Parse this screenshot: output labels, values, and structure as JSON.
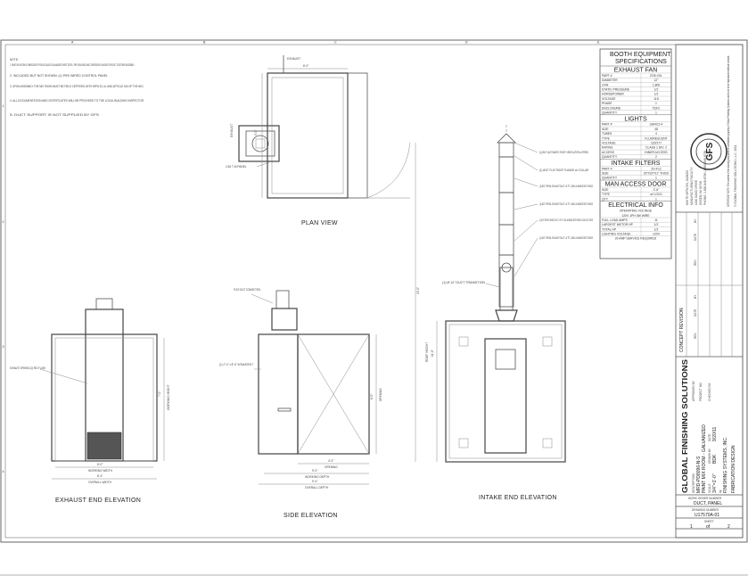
{
  "notes": {
    "heading": "NOTE:",
    "items": [
      "1. PAINT MIX ROOM IS FABRICATED FROM 18 GAUGE GALVANIZED SHEET STEEL, PRE-PUNCHED AND CORROSION FLANGED FOR BOLT TOGETHER ASSEMBLY.",
      "2. INCLUDED BUT NOT SHOWN: (1) PRE-WIRED CONTROL PANEL",
      "3. UPON ASSEMBLY THE MIX ROOM MUST BE FIELD CERTIFIED WITH NFPA 33, UL AND ARTICLE 516 OF THE NEC",
      "4. ALL DOCUMENTATION AND CERTIFICATES WILL BE PROVIDED TO THE LOCAL BUILDING INSPECTOR",
      "5. DUCT SUPPORT IS NOT SUPPLIED BY GFS"
    ]
  },
  "grid_letters": [
    "A",
    "B",
    "C",
    "D",
    "E"
  ],
  "grid_numbers": [
    "1",
    "2",
    "3",
    "4"
  ],
  "views": {
    "plan": "PLAN VIEW",
    "exhaust": "EXHAUST END ELEVATION",
    "side": "SIDE ELEVATION",
    "intake": "INTAKE END ELEVATION"
  },
  "callouts": {
    "exhaust_top": "EXHAUST",
    "exhaust_side": "EXHAUST",
    "intake_filter": "1/16 T-M PANEL",
    "flex_duct": "FLEX DUCT CONNECTION",
    "exhaust_opening": "EXHAUST OPENING (2) REC FLUSH",
    "stop": "(1) 2\"-4\" x 8\"-6\" INTAKE/EXIT",
    "transition": "(1) Ø 12\" DUCT TRANSITION",
    "d1": "(1) Ø12\" AUTOMATIC ROOF VENTILATOR w/ FIRED",
    "d2": "(1) Ø12\" FLAT ROOF FLANGE w/ COLLAR",
    "d3": "(1) Ø12\" SPIRAL EXHAUST DUCT x 8' FT. LONG w/ BANDS BOTH ENDS",
    "d4": "(1) Ø12\" SPIRAL EXHAUST DUCT x 6' FT. LONG w/ BANDS BOTH ENDS",
    "d5": "(1) Ø12\" SPIRAL EXHAUST DUCT x 6' FT. LONG w/ BANDS BOTH ENDS & CLEAN OUT DOOR",
    "d6": "(1) Ø12\" SPIRAL EXHAUST DUCT x 6' FT. LONG w/ BANDS BOTH ENDS"
  },
  "dims": {
    "plan_width": "8'-0\"",
    "plan_depth": "9'-0\"",
    "ex_width_in": "8'-0\"",
    "ex_width_out": "8'-4\"",
    "ex_label_in": "WORKING WIDTH",
    "ex_label_out": "OVERALL WIDTH",
    "ex_height": "7'-0\"",
    "ex_height_label": "WORKING HEIGHT",
    "side_depth_in": "9'-0\"",
    "side_depth_out": "9'-4\"",
    "side_label_in": "WORKING DEPTH",
    "side_label_out": "OVERALL DEPTH",
    "side_door": "4'-0\"",
    "side_door_label": "OPENING",
    "side_door_h": "6'-0\"",
    "side_door_h_label": "OPENING",
    "side_height": "8'-0\"",
    "side_height_label": "WORKING HEIGHT",
    "intake_overall": "13'-0\"",
    "intake_roof": "ROOF HEIGHT",
    "intake_total": "11'-0\""
  },
  "spec": {
    "title1": "BOOTH EQUIPMENT",
    "title2": "SPECIFICATIONS",
    "sections": [
      {
        "head": "EXHAUST FAN",
        "rows": [
          [
            "PART #",
            "ZO5-XXL"
          ],
          [
            "DIAMETER",
            "12\""
          ],
          [
            "CFM",
            "1,800"
          ],
          [
            "STATIC PRESSURE",
            "1/2"
          ],
          [
            "HORSEPOWER",
            "1/2"
          ],
          [
            "VOLTAGE",
            "115"
          ],
          [
            "PHASE",
            "1"
          ],
          [
            "ENCLOSURE",
            "TEFC"
          ],
          [
            "QUANTITY",
            "1"
          ]
        ]
      },
      {
        "head": "LIGHTS",
        "rows": [
          [
            "PART #",
            "LWHC2-4"
          ],
          [
            "SIZE",
            "48"
          ],
          [
            "TUBES",
            "4"
          ],
          [
            "TYPE",
            "FLUORESCENT"
          ],
          [
            "VOLTAGE",
            "115/277"
          ],
          [
            "RATING",
            "CLASS 1 DIV. 2"
          ],
          [
            "ACCESS",
            "INNER ACCESS"
          ],
          [
            "QUANTITY",
            "2"
          ]
        ]
      },
      {
        "head": "INTAKE FILTERS",
        "rows": [
          [
            "PART #",
            "2O-F12"
          ],
          [
            "SIZE",
            "20\"X20\"X1\" THICK"
          ],
          [
            "QUANTITY",
            "1"
          ]
        ]
      },
      {
        "head": "MAN ACCESS DOOR",
        "rows": [
          [
            "SIZE",
            "2'-6\""
          ],
          [
            "TYPE",
            "w/ LOCK"
          ],
          [
            "QTY",
            "1"
          ]
        ]
      },
      {
        "head": "ELECTRICAL INFO",
        "sub": [
          "OPERATING VOLTAGE",
          "120V 1PH 3W WIRE"
        ],
        "rows": [
          [
            "FULL LOAD AMPS",
            "11"
          ],
          [
            "LARGEST MOTOR HP",
            "1/2"
          ],
          [
            "TOTAL HP",
            "1/2"
          ],
          [
            "LIGHTING VOLTAGE",
            "120V"
          ],
          [
            "20 AMP SERVICE REQUIRED",
            ""
          ]
        ]
      }
    ]
  },
  "titleblock": {
    "company": "GLOBAL FINISHING SOLUTIONS",
    "address": [
      "WHITE OFFICES, DUBOIS",
      "MANUFACTURING FACILITY",
      "1210 DAVID DRIVE",
      "OSSEO, WI 54758",
      "PHONE: 1-800-848-8738 | 1-800-848-8738"
    ],
    "notice": "IMPORTANT NOTE: The content of the drawing and plans is confidential property of Global Finishing Solutions and is not to be reproduced without consent.",
    "copyright": "© GLOBAL FINISHING SOLUTIONS L.L.C. 2011",
    "concept": "CONCEPT REVISION",
    "description_label": "DESCRIPTION",
    "description": [
      "MRD-PD8096-N-S",
      "PAINT MIX ROOM - GALVANIZED"
    ],
    "scale_label": "SCALE",
    "scale": "3/4\"=1'-0\"",
    "drawn_label": "DRAWN BY",
    "drawn": "BDK",
    "date_label": "DATE",
    "date": "9/20/11",
    "designed": "FINISHING SYSTEMS, INC.",
    "fab": "FABRICATION DESIGN",
    "for": "by",
    "approved": "APPROVED BY",
    "checked": "CHECKED BY",
    "project": "PROJECT NO.",
    "work_order_label": "WORK ORDER NUMBER",
    "work_order": "DUCT, PANEL",
    "drawing_label": "DRAWING NUMBER",
    "drawing": "U17570A-01",
    "sheet_label": "SHEET",
    "sheet": "1",
    "of": "of",
    "total": "2",
    "rev_labels": [
      "REV",
      "DATE",
      "BY",
      "REV",
      "DATE",
      "BY"
    ]
  }
}
